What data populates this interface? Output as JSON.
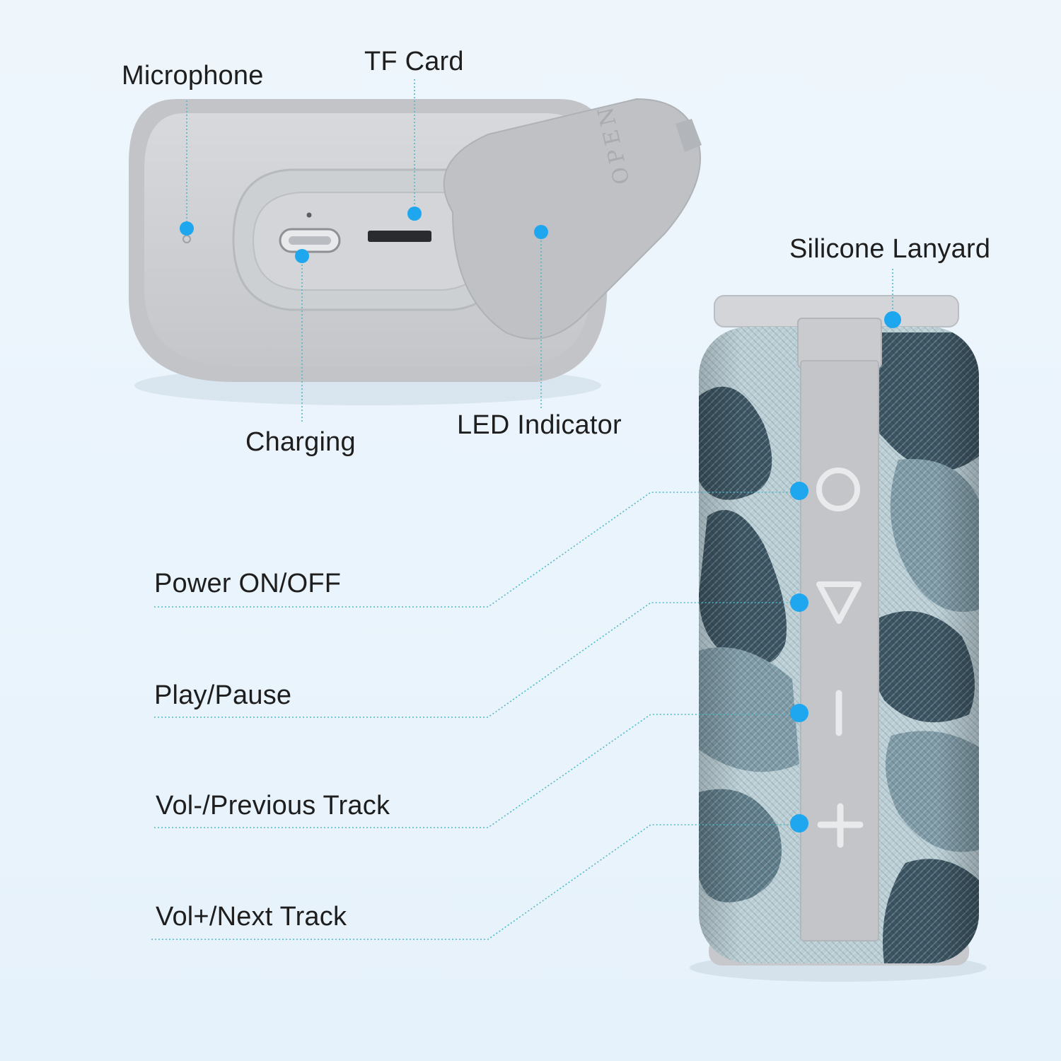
{
  "labels": {
    "microphone": "Microphone",
    "tf_card": "TF Card",
    "charging": "Charging",
    "led_indicator": "LED Indicator",
    "silicone_lanyard": "Silicone Lanyard",
    "power": "Power ON/OFF",
    "play_pause": "Play/Pause",
    "vol_minus": "Vol-/Previous Track",
    "vol_plus": "Vol+/Next Track"
  },
  "cover_embossed_text": "OPEN",
  "colors": {
    "background": "#eaf4fc",
    "callout_dot": "#1ea7ef",
    "callout_line": "#4fb9c8",
    "device_grey": "#c9cbcf",
    "fabric_light": "#b7cdd4",
    "fabric_mid": "#7e9aa6",
    "fabric_dark": "#3c5563"
  },
  "buttons": {
    "power_icon": "circle-icon",
    "play_icon": "triangle-down-icon",
    "minus_icon": "minus-icon",
    "plus_icon": "plus-icon"
  }
}
